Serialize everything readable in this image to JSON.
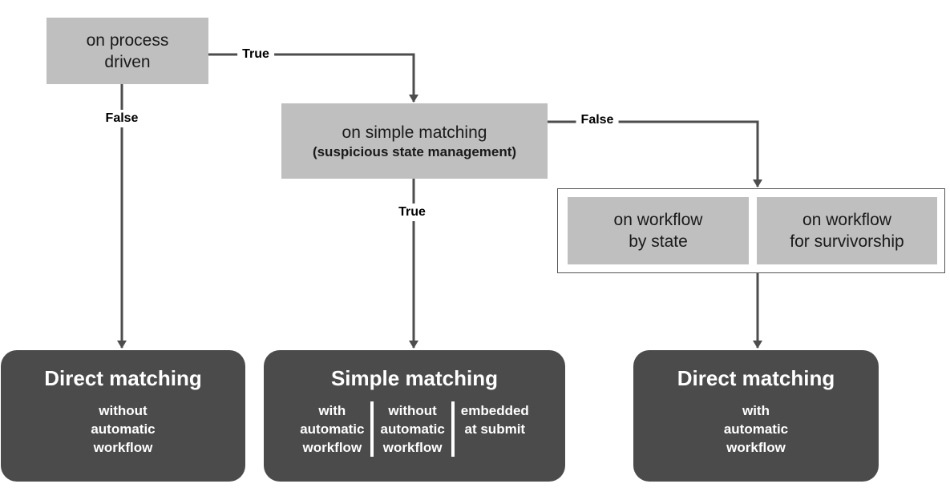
{
  "colors": {
    "decision_fill": "#bfbfbf",
    "result_fill": "#4b4b4b",
    "connector": "#4d4d4d",
    "result_text": "#ffffff"
  },
  "decisions": {
    "process_driven": {
      "lines": [
        "on process",
        "driven"
      ]
    },
    "simple_matching": {
      "line1": "on simple matching",
      "line2": "(suspicious state management)"
    },
    "workflow_by_state": {
      "lines": [
        "on workflow",
        "by state"
      ]
    },
    "workflow_survivorship": {
      "lines": [
        "on workflow",
        "for survivorship"
      ]
    }
  },
  "edge_labels": {
    "process_true": "True",
    "process_false": "False",
    "simple_true": "True",
    "simple_false": "False"
  },
  "results": {
    "direct_left": {
      "title": "Direct matching",
      "detail": [
        "without",
        "automatic",
        "workflow"
      ]
    },
    "simple": {
      "title": "Simple matching",
      "options": [
        [
          "with",
          "automatic",
          "workflow"
        ],
        [
          "without",
          "automatic",
          "workflow"
        ],
        [
          "embedded",
          "at submit"
        ]
      ]
    },
    "direct_right": {
      "title": "Direct matching",
      "detail": [
        "with",
        "automatic",
        "workflow"
      ]
    }
  }
}
